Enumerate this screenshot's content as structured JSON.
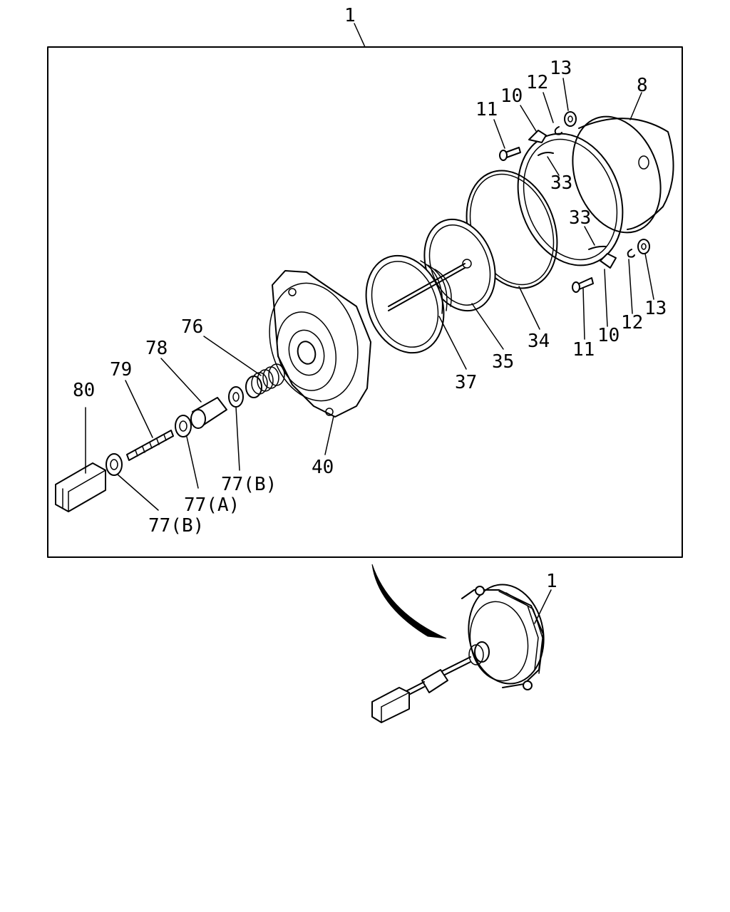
{
  "diagram": {
    "labels": {
      "assembly_top": "1",
      "assembly_bottom": "1",
      "p8": "8",
      "p10a": "10",
      "p10b": "10",
      "p11a": "11",
      "p11b": "11",
      "p12a": "12",
      "p12b": "12",
      "p13a": "13",
      "p13b": "13",
      "p33a": "33",
      "p33b": "33",
      "p34": "34",
      "p35": "35",
      "p37": "37",
      "p40": "40",
      "p76": "76",
      "p78": "78",
      "p79": "79",
      "p80": "80",
      "p77b_upper": "77(B)",
      "p77a": "77(A)",
      "p77b_lower": "77(B)"
    }
  }
}
